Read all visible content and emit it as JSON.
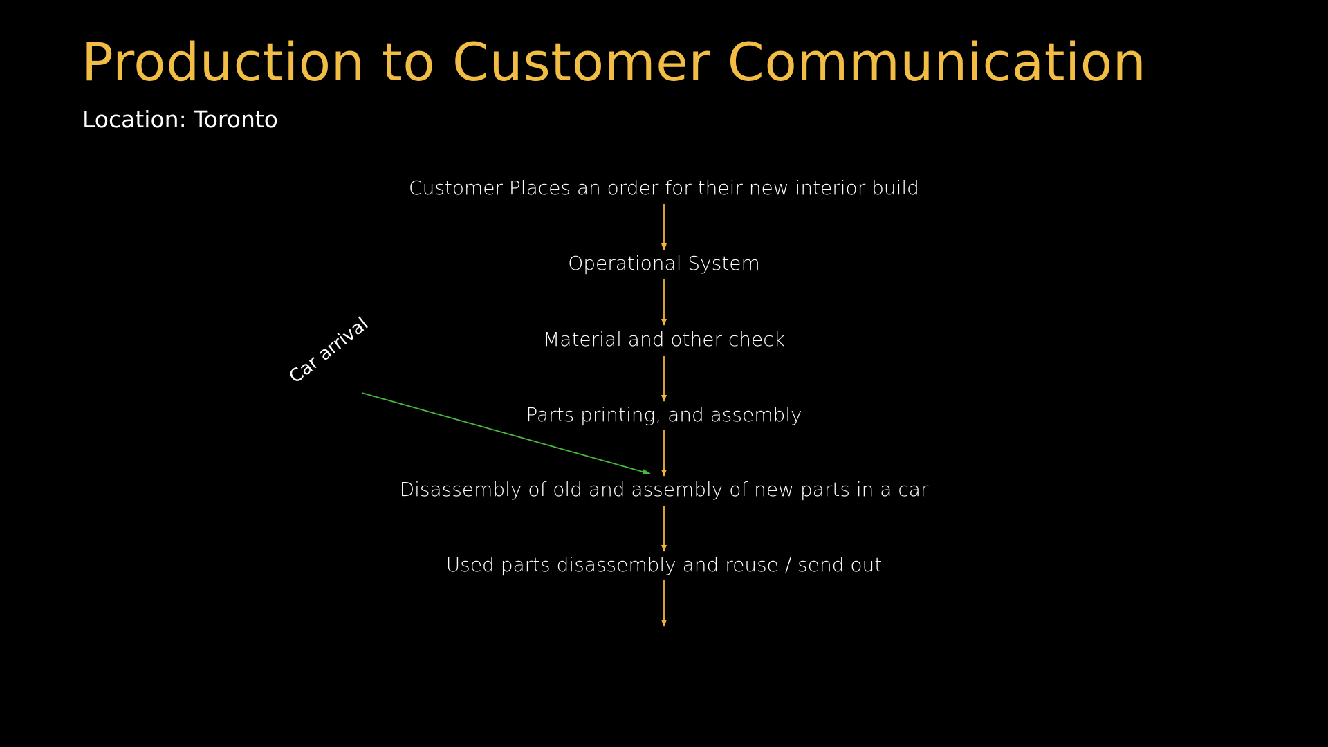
{
  "title": "Production to Customer Communication",
  "subtitle": "Location: Toronto",
  "steps": [
    "Customer Places an order for their new interior build",
    "Operational System",
    "Material and other check",
    "Parts printing, and assembly",
    "Disassembly of old and assembly of new parts in a car",
    "Used parts disassembly and reuse / send out"
  ],
  "side_input": {
    "label": "Car arrival",
    "target_step": 4
  },
  "colors": {
    "background": "#000000",
    "title": "#f2bd45",
    "text": "#ffffff",
    "flow_arrow": "#f0b43c",
    "side_arrow": "#48b83c"
  }
}
